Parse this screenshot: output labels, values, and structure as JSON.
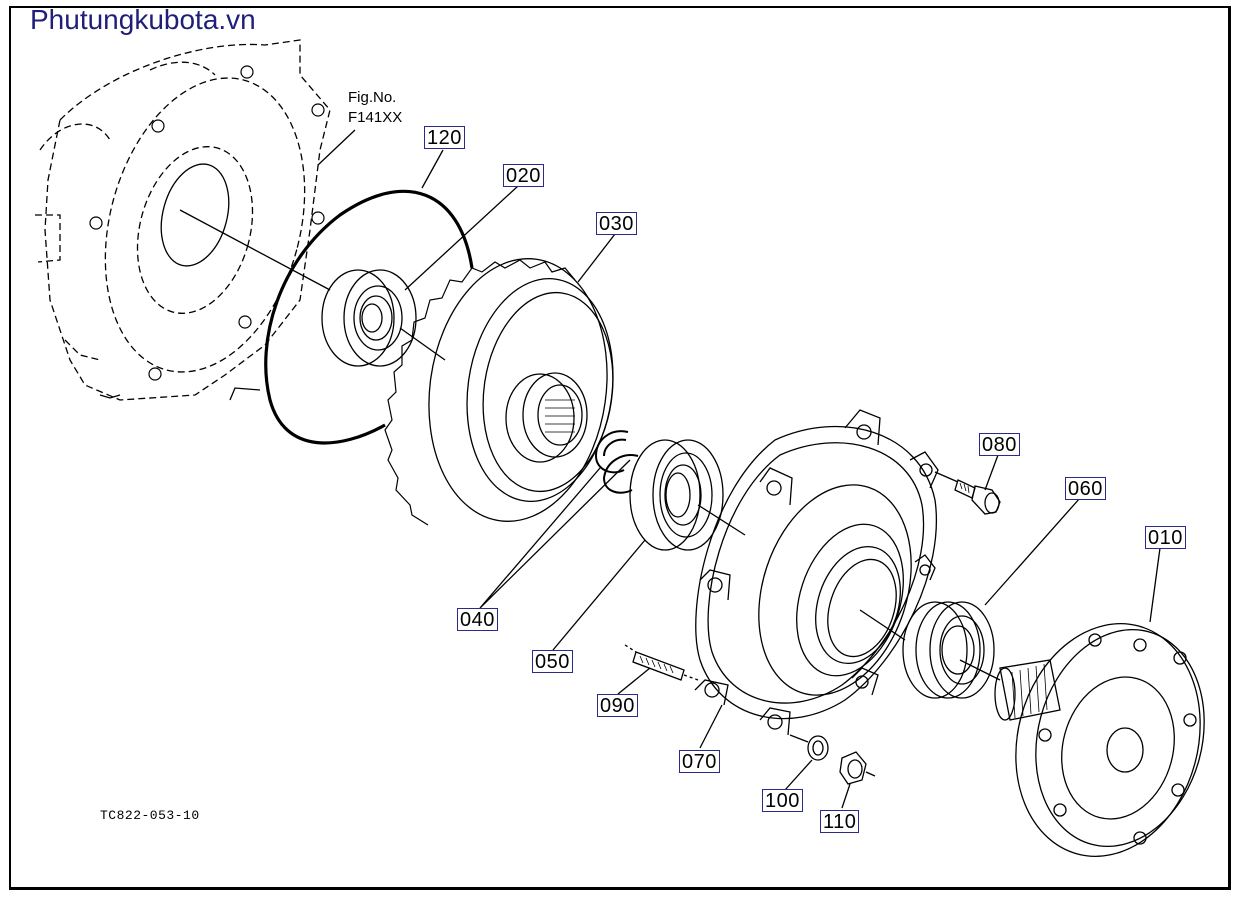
{
  "watermark": "Phutungkubota.vn",
  "figure_ref": {
    "line1": "Fig.No.",
    "line2": "F141XX"
  },
  "drawing_code": "TC822-053-10",
  "callouts": {
    "p120": "120",
    "p020": "020",
    "p030": "030",
    "p080": "080",
    "p060": "060",
    "p010": "010",
    "p040": "040",
    "p050": "050",
    "p090": "090",
    "p070": "070",
    "p100": "100",
    "p110": "110"
  },
  "colors": {
    "callout_border": "#2a2a8a",
    "watermark": "#1f1f7a",
    "line": "#000000"
  }
}
